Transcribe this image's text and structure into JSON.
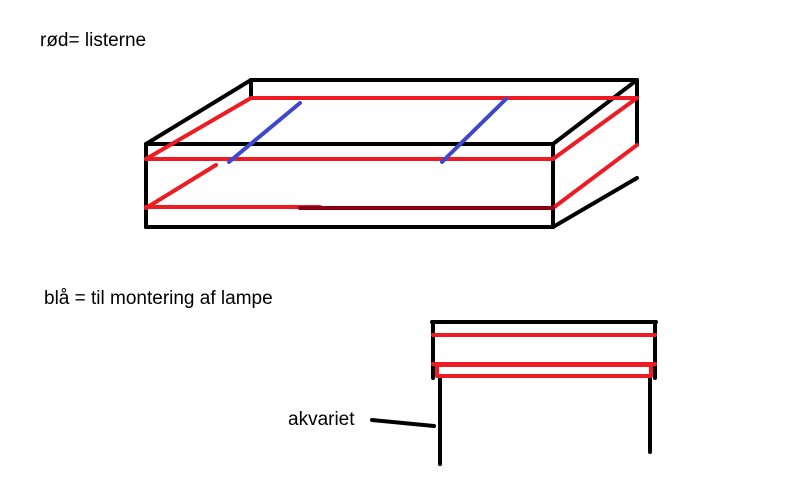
{
  "labels": {
    "red_legend": "rød= listerne",
    "blue_legend": "blå = til montering af lampe",
    "aquarium": "akvariet"
  },
  "colors": {
    "outline": "#000000",
    "rail": "#ed1c24",
    "rail_dark": "#880015",
    "mount": "#3f48cc",
    "background": "#ffffff"
  }
}
